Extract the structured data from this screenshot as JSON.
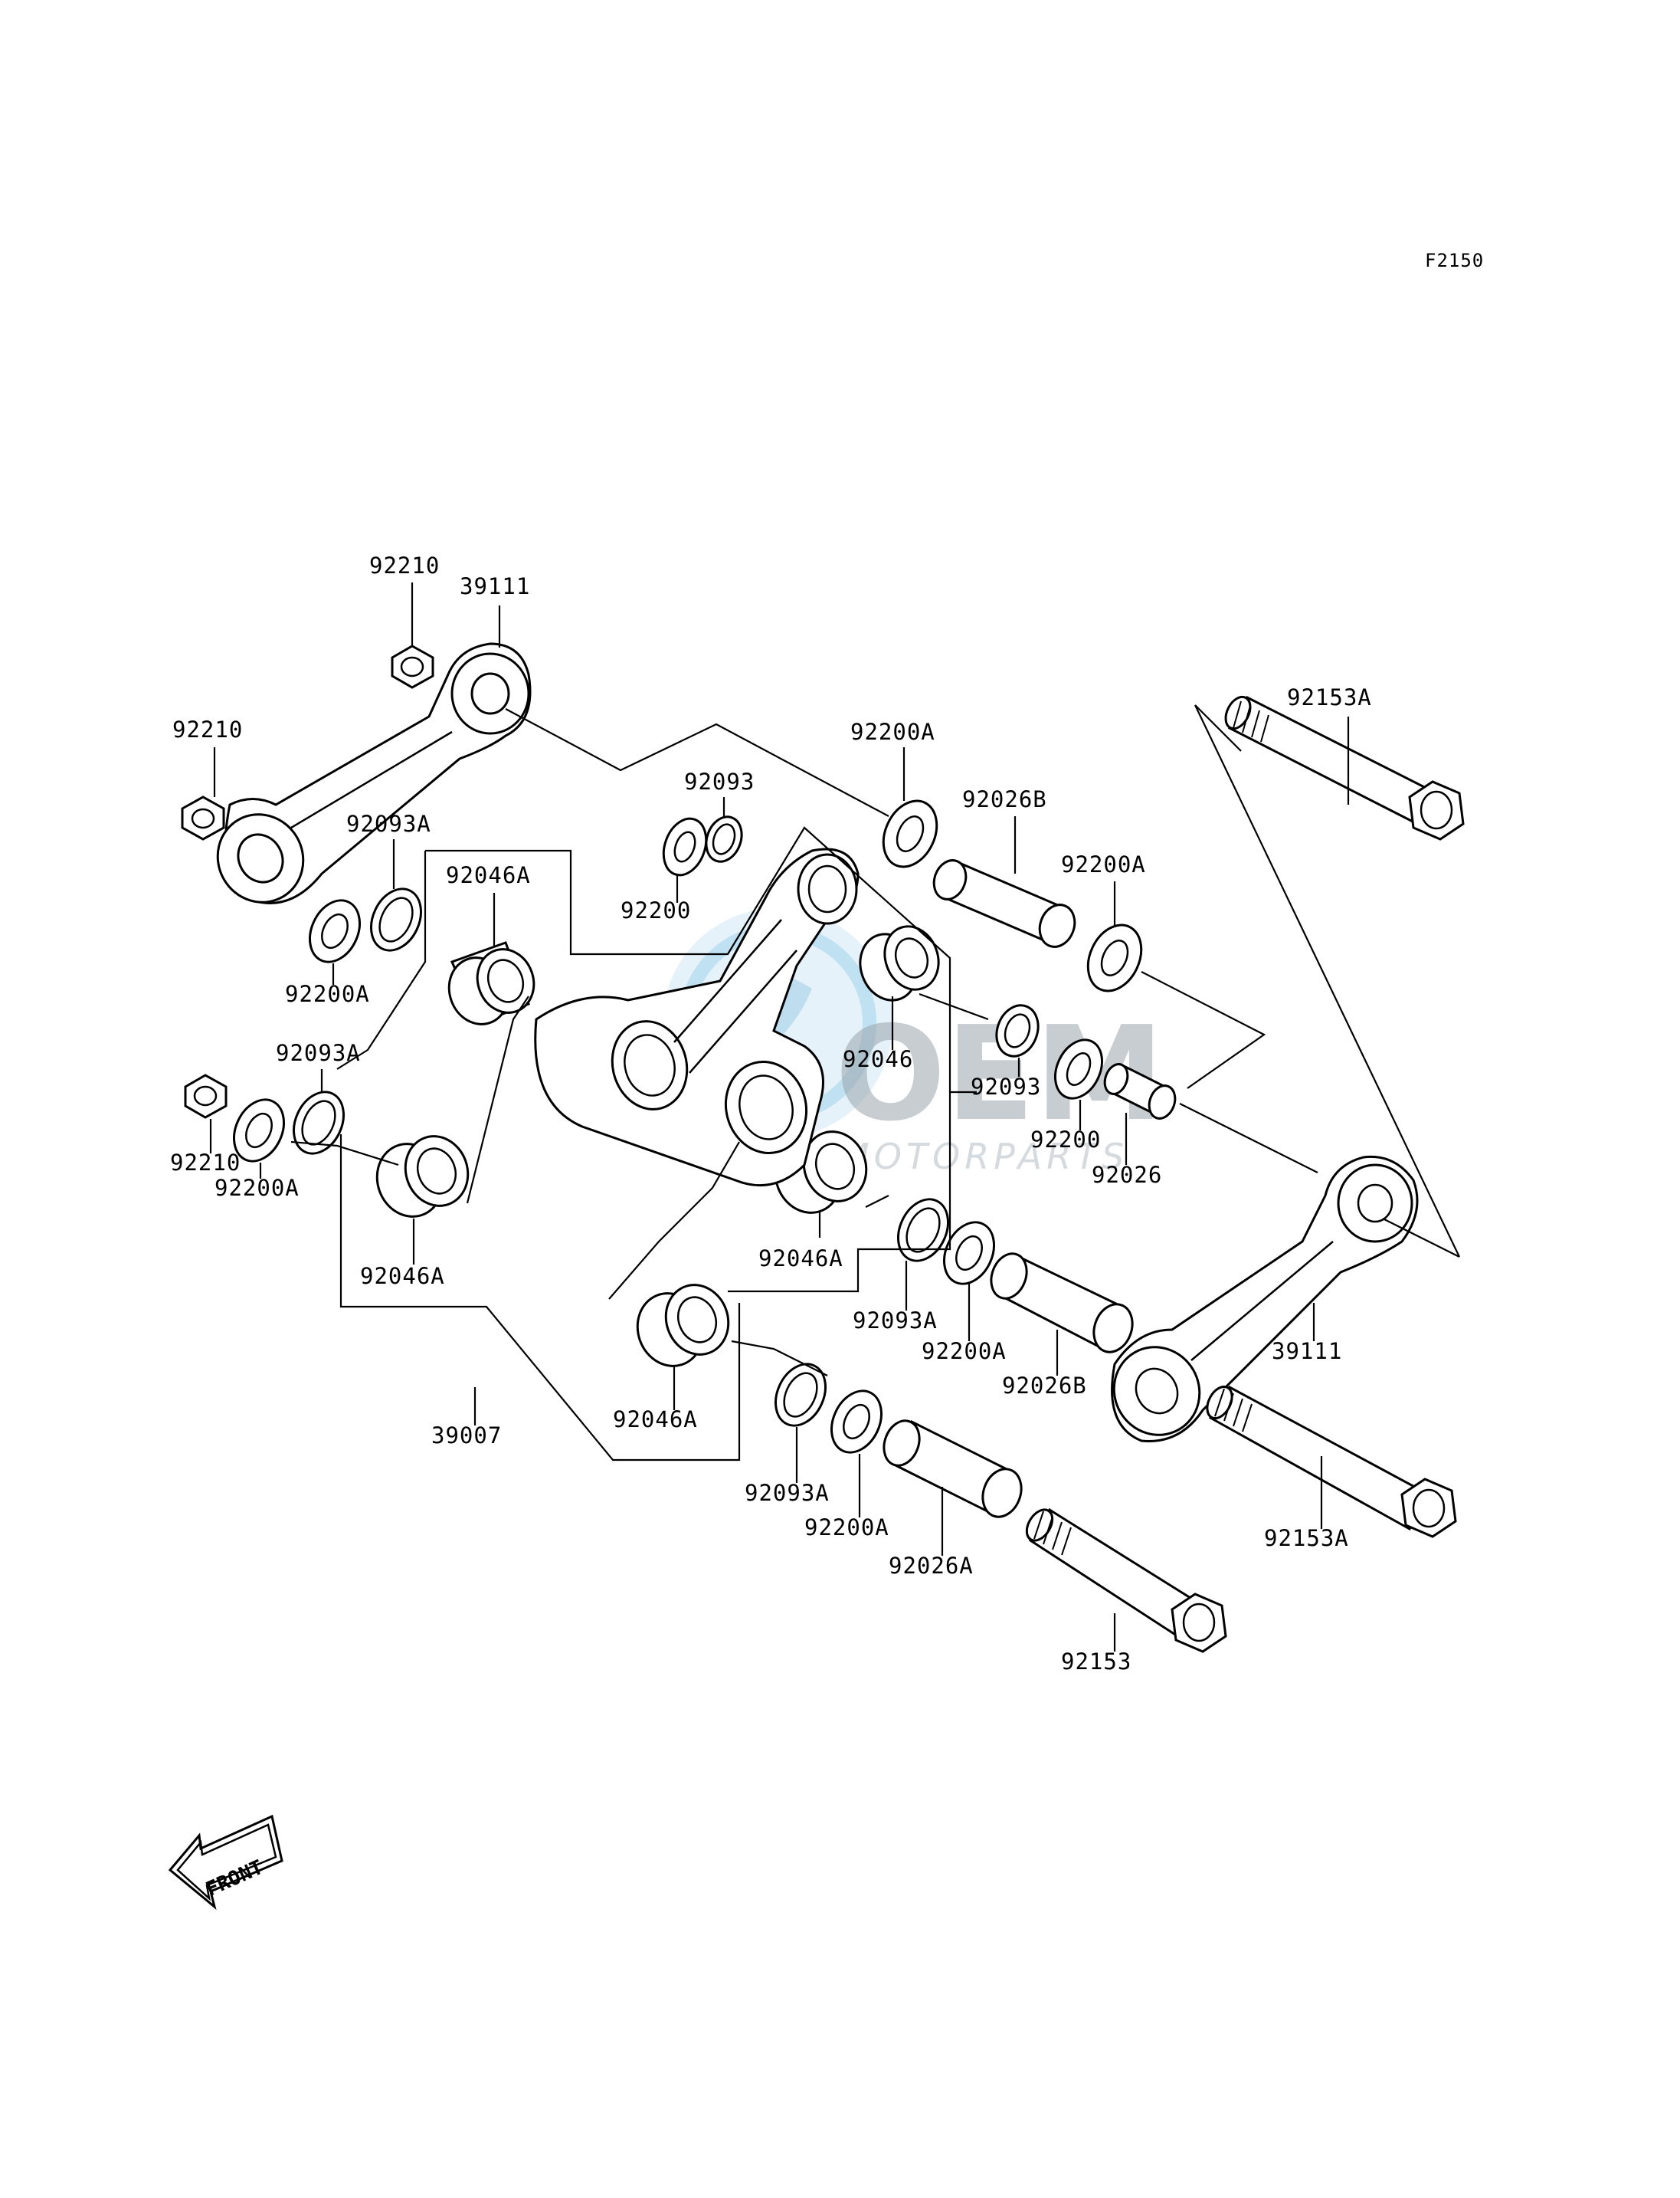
{
  "diagram_code": "F2150",
  "watermark": {
    "brand": "OEM",
    "sub": "MOTORPARTS"
  },
  "front_label": "FRONT",
  "callouts": {
    "c_92210_a": "92210",
    "c_39111_a": "39111",
    "c_92210_b": "92210",
    "c_92093a_a": "92093A",
    "c_92046a_a": "92046A",
    "c_92093": "92093",
    "c_92200a_a": "92200A",
    "c_92200_a": "92200",
    "c_92026b_a": "92026B",
    "c_92200a_b": "92200A",
    "c_92153a_a": "92153A",
    "c_92200a_c": "92200A",
    "c_92093a_b": "92093A",
    "c_92210_c": "92210",
    "c_92200a_d": "92200A",
    "c_92046": "92046",
    "c_92093_b": "92093",
    "c_92200_b": "92200",
    "c_92026": "92026",
    "c_92046a_b": "92046A",
    "c_92046a_c": "92046A",
    "c_92093a_c": "92093A",
    "c_92200a_e": "92200A",
    "c_92026b_b": "92026B",
    "c_39111_b": "39111",
    "c_92046a_d": "92046A",
    "c_39007": "39007",
    "c_92093a_d": "92093A",
    "c_92200a_f": "92200A",
    "c_92026a": "92026A",
    "c_92153": "92153",
    "c_92153a_b": "92153A"
  }
}
